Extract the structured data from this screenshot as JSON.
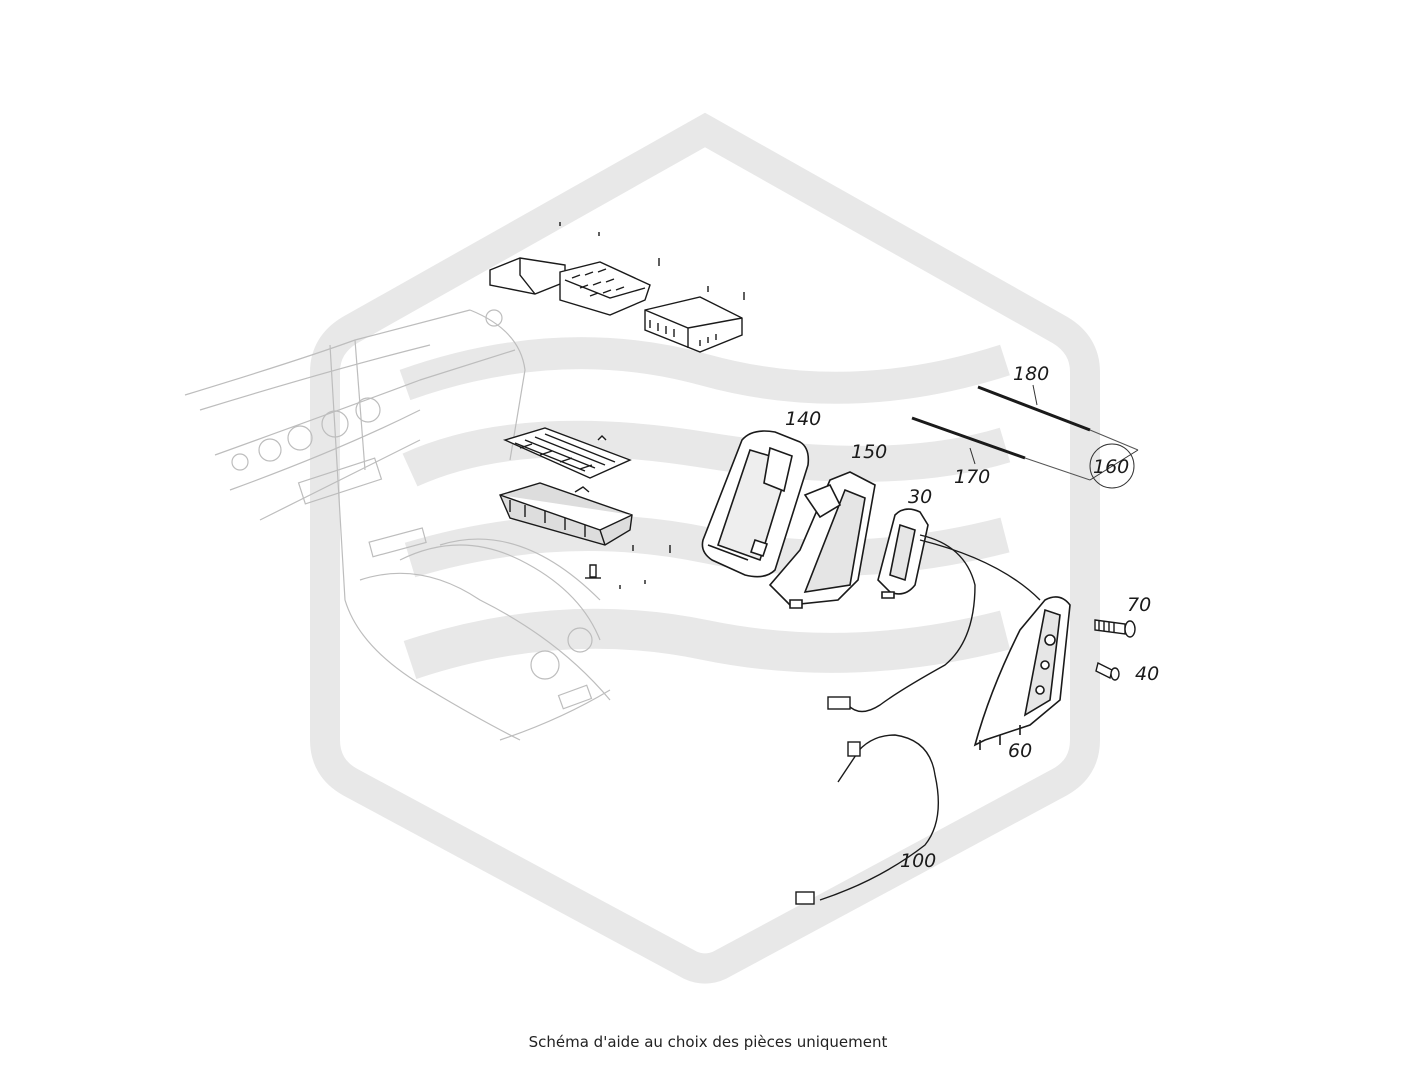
{
  "callouts": [
    {
      "id": "180",
      "text": "180"
    },
    {
      "id": "140",
      "text": "140"
    },
    {
      "id": "150",
      "text": "150"
    },
    {
      "id": "170",
      "text": "170"
    },
    {
      "id": "160",
      "text": "160"
    },
    {
      "id": "30",
      "text": "30"
    },
    {
      "id": "70",
      "text": "70"
    },
    {
      "id": "40",
      "text": "40"
    },
    {
      "id": "60",
      "text": "60"
    },
    {
      "id": "100",
      "text": "100"
    }
  ],
  "caption": "Schéma d'aide au choix des pièces uniquement",
  "colors": {
    "watermark": "#e6e6e6",
    "line": "#1a1a1a",
    "faint_line": "#b5b5b5"
  }
}
